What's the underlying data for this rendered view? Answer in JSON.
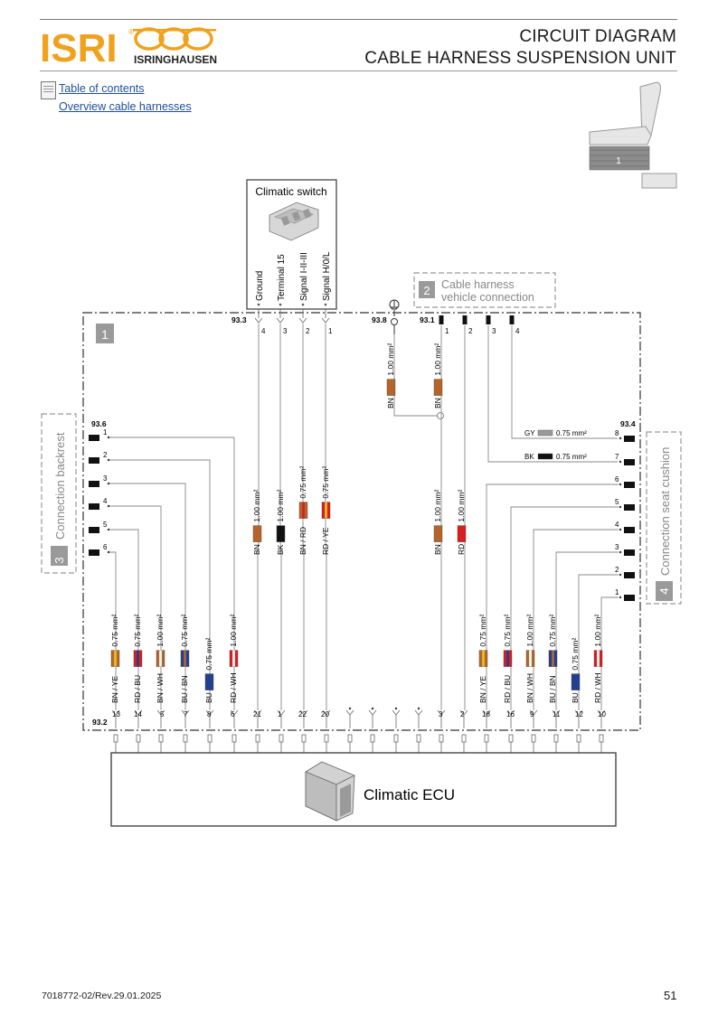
{
  "brand": {
    "logo_text": "ISRI",
    "registered_mark": "®",
    "sub_logo_text": "ISRINGHAUSEN",
    "color_orange": "#f0a11e"
  },
  "header": {
    "title_line1": "CIRCUIT DIAGRAM",
    "title_line2": "CABLE HARNESS SUSPENSION UNIT"
  },
  "nav": {
    "toc_label": "Table of contents",
    "overview_label": "Overview cable harnesses",
    "toc_icon": "document-icon"
  },
  "seat_thumbnail": {
    "label": "1"
  },
  "climatic_switch": {
    "title": "Climatic switch",
    "pins": [
      "Ground",
      "Terminal 15",
      "Signal I-II-III",
      "Signal H/0/L"
    ]
  },
  "cable_harness_box": {
    "number": "2",
    "line1": "Cable harness",
    "line2": "vehicle connection"
  },
  "unit_box": {
    "number": "1"
  },
  "backrest": {
    "number": "3",
    "label": "Connection backrest"
  },
  "seat_cushion": {
    "number": "4",
    "label": "Connection seat cushion"
  },
  "connectors": {
    "c933": "93.3",
    "c938": "93.8",
    "c931": "93.1",
    "c936": "93.6",
    "c934": "93.4",
    "c932": "93.2"
  },
  "top_pins_933": [
    "4",
    "3",
    "2",
    "1"
  ],
  "top_pins_931": [
    "1",
    "2",
    "3",
    "4"
  ],
  "backrest_pins": [
    "1",
    "2",
    "3",
    "4",
    "5",
    "6"
  ],
  "cushion_pins": [
    "8",
    "7",
    "6",
    "5",
    "4",
    "3",
    "2",
    "1"
  ],
  "wire_labels": {
    "switch": [
      {
        "color": "BN",
        "size": "1.00 mm²"
      },
      {
        "color": "BK",
        "size": "1.00 mm²"
      },
      {
        "color": "BN / RD",
        "size": "0.75 mm²"
      },
      {
        "color": "RD / YE",
        "size": "0.75 mm²"
      }
    ],
    "ground_938": {
      "color": "BN",
      "size": "1.00 mm²"
    },
    "harness_top": {
      "color": "BN",
      "size": "1.00 mm²"
    },
    "harness_mid": [
      {
        "color": "BN",
        "size": "1.00 mm²"
      },
      {
        "color": "RD",
        "size": "1.00 mm²"
      }
    ],
    "gy_wire": {
      "color": "GY",
      "size": "0.75 mm²"
    },
    "bk_wire": {
      "color": "BK",
      "size": "0.75 mm²"
    },
    "backrest": [
      {
        "color": "BN / YE",
        "size": "0.75 mm²"
      },
      {
        "color": "RD / BU",
        "size": "0.75 mm²"
      },
      {
        "color": "BN / WH",
        "size": "1.00 mm²"
      },
      {
        "color": "BU / BN",
        "size": "0.75 mm²"
      },
      {
        "color": "BU",
        "size": "0.75 mm²"
      },
      {
        "color": "RD / WH",
        "size": "1.00 mm²"
      }
    ],
    "cushion": [
      {
        "color": "BN / YE",
        "size": "0.75 mm²"
      },
      {
        "color": "RD / BU",
        "size": "0.75 mm²"
      },
      {
        "color": "BN / WH",
        "size": "1.00 mm²"
      },
      {
        "color": "BU / BN",
        "size": "0.75 mm²"
      },
      {
        "color": "BU",
        "size": "0.75 mm²"
      },
      {
        "color": "RD / WH",
        "size": "1.00 mm²"
      }
    ]
  },
  "bottom_pins": [
    "13",
    "14",
    "5",
    "7",
    "8",
    "6",
    "21",
    "1",
    "22",
    "20",
    "",
    "",
    "",
    "",
    "",
    "3",
    "2",
    "18",
    "16",
    "9",
    "11",
    "12",
    "10"
  ],
  "ecu": {
    "label": "Climatic ECU"
  },
  "footer": {
    "doc_ref": "7018772-02/Rev.29.01.2025",
    "page": "51"
  }
}
